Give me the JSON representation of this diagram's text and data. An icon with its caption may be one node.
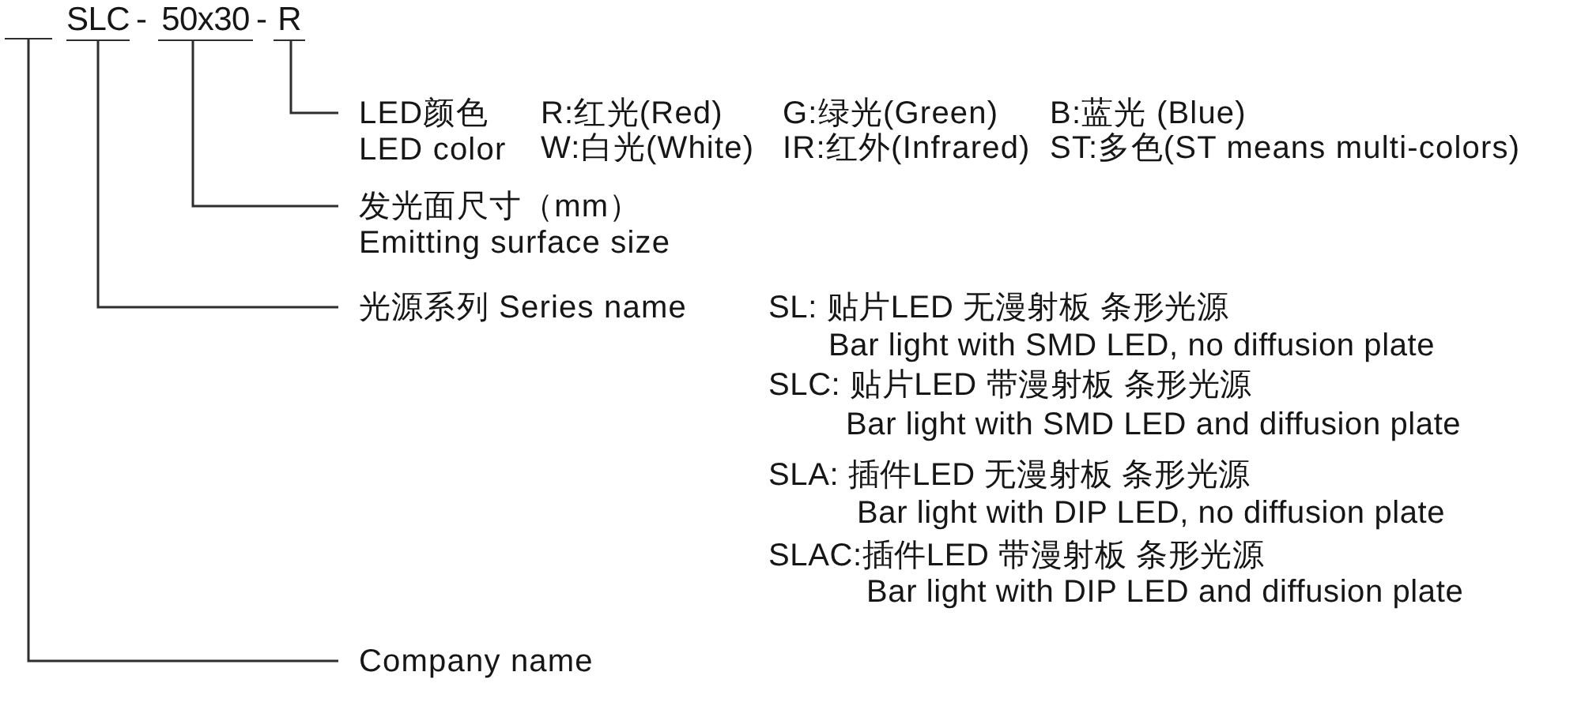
{
  "diagram": {
    "nodes": [
      {
        "text": [],
        "shape": "bar"
      },
      {
        "text": [
          "SLC"
        ]
      },
      {
        "text": [
          "50x30"
        ]
      },
      {
        "text": [
          "R"
        ]
      },
      {
        "text": [
          "LED颜色",
          "LED color"
        ],
        "beside": [
          "R:红光(Red)",
          "G:绿光(Green)",
          "B:蓝光 (Blue)",
          "W:白光(White)",
          "IR:红外(Infrared)",
          "ST:多色(ST means multi-colors)"
        ]
      },
      {
        "text": [
          "发光面尺寸（mm）",
          "Emitting surface size"
        ]
      },
      {
        "text": [
          "光源系列 Series name"
        ],
        "beside": [
          "SL: 贴片LED 无漫射板 条形光源",
          "Bar light with SMD LED, no diffusion plate",
          "SLC: 贴片LED 带漫射板 条形光源",
          "Bar light with SMD LED and diffusion plate",
          "SLA: 插件LED 无漫射板 条形光源",
          "Bar light with DIP LED, no diffusion plate",
          "SLAC:插件LED 带漫射板 条形光源",
          "Bar light with DIP LED and diffusion plate"
        ]
      },
      {
        "text": [
          "Company name"
        ]
      }
    ],
    "edges": [
      {
        "from": 3,
        "to": 4,
        "arrow": "none"
      },
      {
        "from": 2,
        "to": 5,
        "arrow": "none"
      },
      {
        "from": 1,
        "to": 6,
        "arrow": "none"
      },
      {
        "from": 0,
        "to": 7,
        "arrow": "none"
      }
    ],
    "labels": [
      "-",
      "-"
    ]
  }
}
